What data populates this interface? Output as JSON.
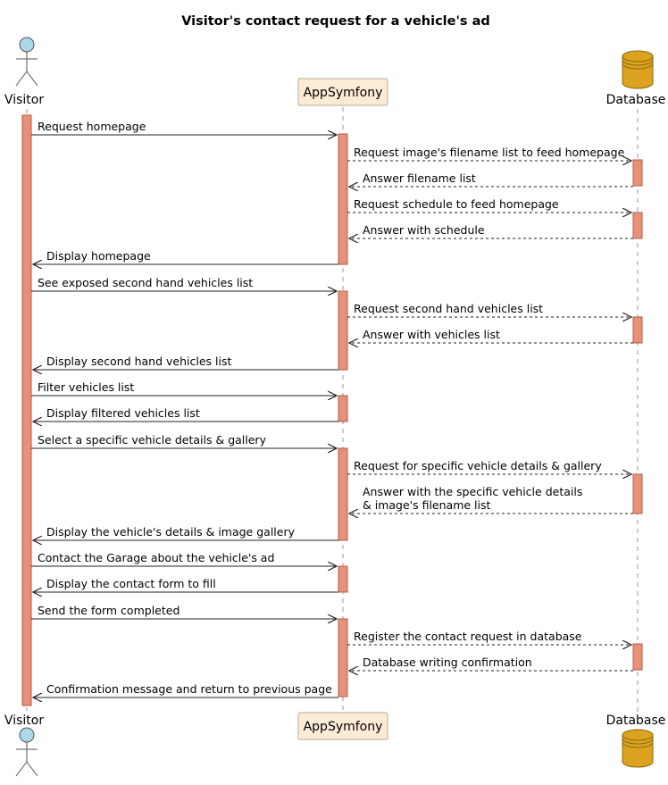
{
  "title": "Visitor's contact request for a vehicle's ad",
  "participants": {
    "visitor": "Visitor",
    "app": "AppSymfony",
    "db": "Database"
  },
  "colors": {
    "activation": "#E8917A",
    "activation_border": "#B45A3C",
    "participant_fill": "#FCEBD7",
    "participant_border": "#B8A890",
    "actor_head": "#ABD9E9",
    "database_fill": "#DBA320",
    "database_border": "#8C6A10",
    "lifeline": "#999999",
    "arrow": "#222222"
  },
  "messages": [
    {
      "from": "visitor",
      "to": "app",
      "text": [
        "Request homepage"
      ],
      "dashed": false
    },
    {
      "from": "app",
      "to": "db",
      "text": [
        "Request image's filename list to feed homepage"
      ],
      "dashed": true
    },
    {
      "from": "db",
      "to": "app",
      "text": [
        "Answer filename list"
      ],
      "dashed": true
    },
    {
      "from": "app",
      "to": "db",
      "text": [
        "Request schedule to feed homepage"
      ],
      "dashed": true
    },
    {
      "from": "db",
      "to": "app",
      "text": [
        "Answer with schedule"
      ],
      "dashed": true
    },
    {
      "from": "app",
      "to": "visitor",
      "text": [
        "Display homepage"
      ],
      "dashed": false
    },
    {
      "from": "visitor",
      "to": "app",
      "text": [
        "See exposed second hand vehicles list"
      ],
      "dashed": false
    },
    {
      "from": "app",
      "to": "db",
      "text": [
        "Request second hand vehicles list"
      ],
      "dashed": true
    },
    {
      "from": "db",
      "to": "app",
      "text": [
        "Answer with vehicles list"
      ],
      "dashed": true
    },
    {
      "from": "app",
      "to": "visitor",
      "text": [
        "Display second hand vehicles list"
      ],
      "dashed": false
    },
    {
      "from": "visitor",
      "to": "app",
      "text": [
        "Filter vehicles list"
      ],
      "dashed": false
    },
    {
      "from": "app",
      "to": "visitor",
      "text": [
        "Display filtered vehicles list"
      ],
      "dashed": false
    },
    {
      "from": "visitor",
      "to": "app",
      "text": [
        "Select a specific vehicle details & gallery"
      ],
      "dashed": false
    },
    {
      "from": "app",
      "to": "db",
      "text": [
        "Request for specific vehicle details & gallery"
      ],
      "dashed": true
    },
    {
      "from": "db",
      "to": "app",
      "text": [
        "Answer with the specific vehicle details",
        "& image's filename list"
      ],
      "dashed": true
    },
    {
      "from": "app",
      "to": "visitor",
      "text": [
        "Display the vehicle's details & image gallery"
      ],
      "dashed": false
    },
    {
      "from": "visitor",
      "to": "app",
      "text": [
        "Contact the Garage about the vehicle's ad"
      ],
      "dashed": false
    },
    {
      "from": "app",
      "to": "visitor",
      "text": [
        "Display the contact form to fill"
      ],
      "dashed": false
    },
    {
      "from": "visitor",
      "to": "app",
      "text": [
        "Send the form completed"
      ],
      "dashed": false
    },
    {
      "from": "app",
      "to": "db",
      "text": [
        "Register the contact request in database"
      ],
      "dashed": true
    },
    {
      "from": "db",
      "to": "app",
      "text": [
        "Database writing confirmation"
      ],
      "dashed": true
    },
    {
      "from": "app",
      "to": "visitor",
      "text": [
        "Confirmation message and return to previous page"
      ],
      "dashed": false
    }
  ]
}
